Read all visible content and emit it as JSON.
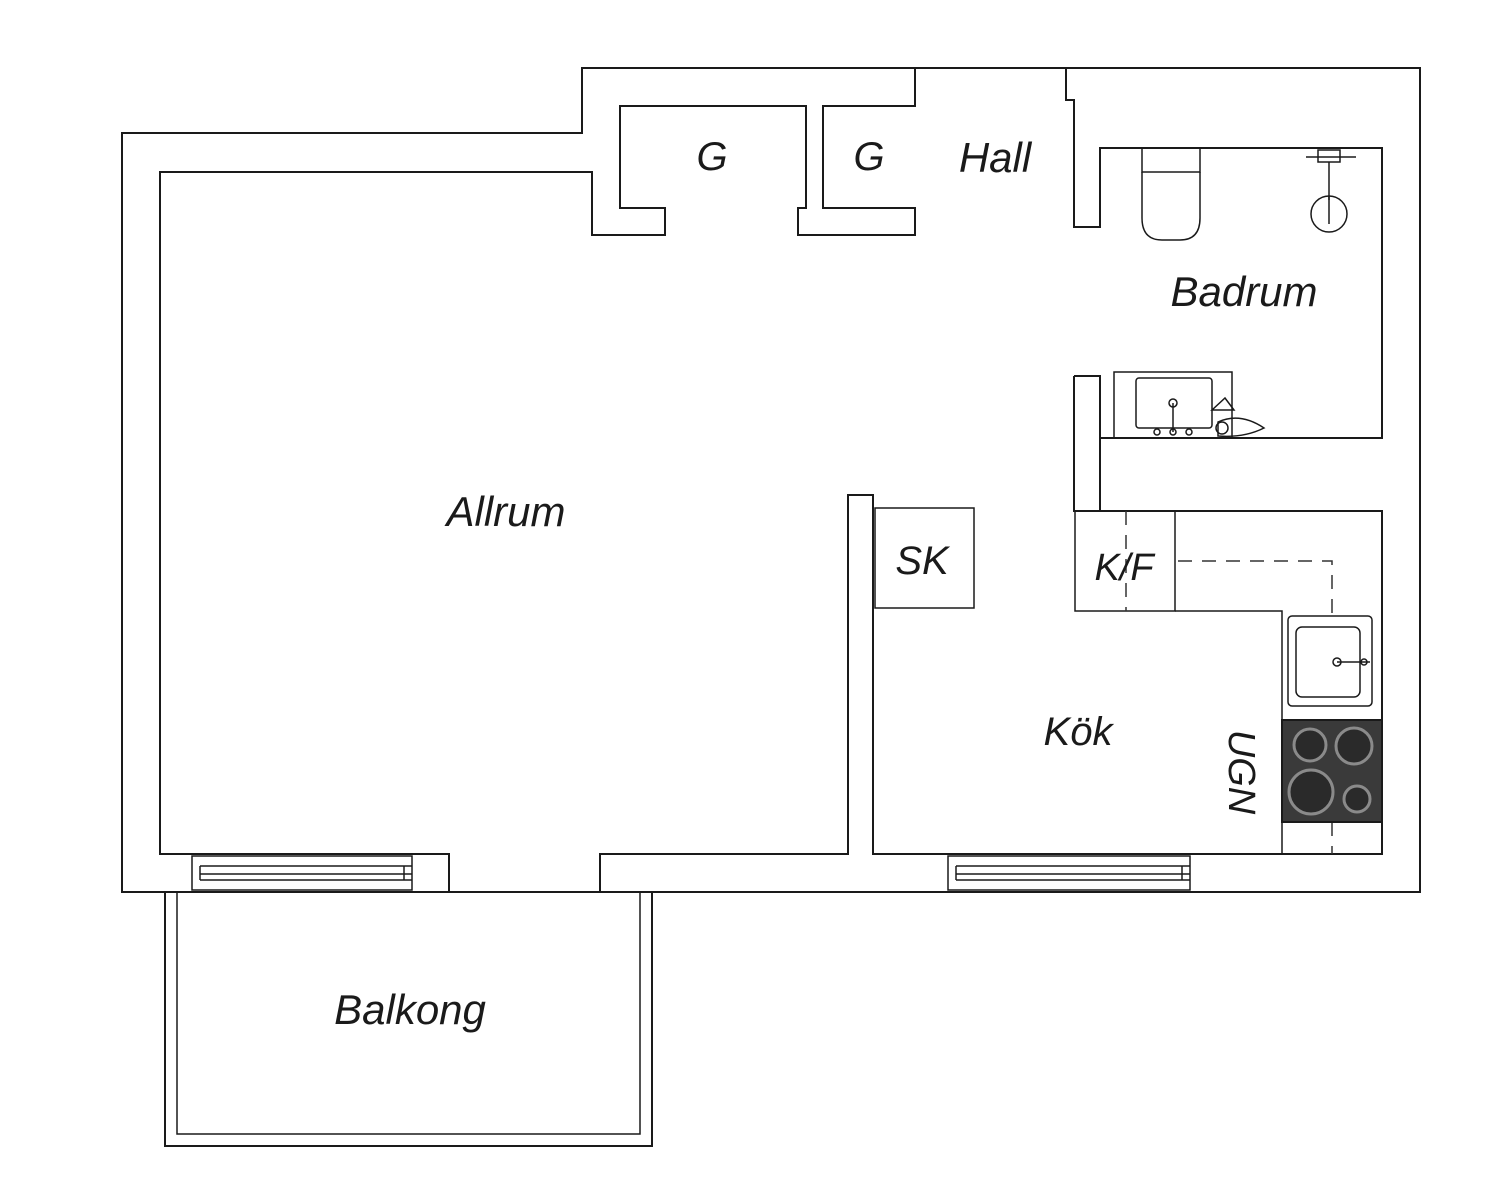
{
  "rooms": {
    "allrum": "Allrum",
    "balkong": "Balkong",
    "hall": "Hall",
    "badrum": "Badrum",
    "kok": "Kök",
    "closet_1": "G",
    "closet_2": "G",
    "cabinet": "SK",
    "fridge_freezer": "K/F",
    "oven": "UGN"
  },
  "colors": {
    "wall": "#1a1a1a",
    "stove": "#3a3a3a",
    "burner": "#8a8a8a",
    "background": "#ffffff"
  }
}
